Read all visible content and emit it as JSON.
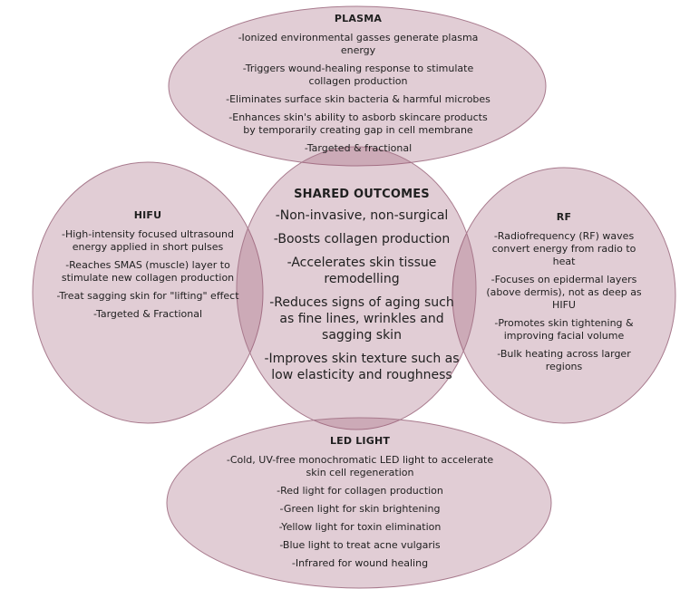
{
  "colors": {
    "ellipse_fill": "#9b5a75",
    "ellipse_stroke": "#a87a8d",
    "text": "#1f1f1f"
  },
  "plasma": {
    "title": "PLASMA",
    "items": [
      "-Ionized environmental gasses generate plasma energy",
      "-Triggers wound-healing response to stimulate collagen production",
      "-Eliminates surface skin bacteria & harmful microbes",
      "-Enhances skin's ability to asborb skincare products by temporarily creating gap in cell membrane",
      "-Targeted & fractional"
    ]
  },
  "hifu": {
    "title": "HIFU",
    "items": [
      "-High-intensity focused ultrasound energy applied in short pulses",
      "-Reaches SMAS (muscle) layer to stimulate new collagen production",
      "-Treat sagging skin for \"lifting\" effect",
      "-Targeted & Fractional"
    ]
  },
  "rf": {
    "title": "RF",
    "items": [
      "-Radiofrequency (RF) waves convert energy from radio to heat",
      "-Focuses on epidermal layers (above dermis), not as deep as HIFU",
      "-Promotes skin tightening & improving facial volume",
      "-Bulk heating across larger regions"
    ]
  },
  "shared": {
    "title": "SHARED OUTCOMES",
    "items": [
      "-Non-invasive, non-surgical",
      "-Boosts collagen production",
      "-Accelerates skin tissue remodelling",
      "-Reduces signs of aging such as fine lines, wrinkles and sagging skin",
      "-Improves skin texture such as low elasticity and roughness"
    ]
  },
  "led": {
    "title": "LED LIGHT",
    "items": [
      "-Cold, UV-free monochromatic LED light to accelerate skin cell regeneration",
      "-Red light for collagen production",
      "-Green light for skin brightening",
      "-Yellow light for toxin elimination",
      "-Blue light to treat acne vulgaris",
      "-Infrared for wound healing"
    ]
  }
}
